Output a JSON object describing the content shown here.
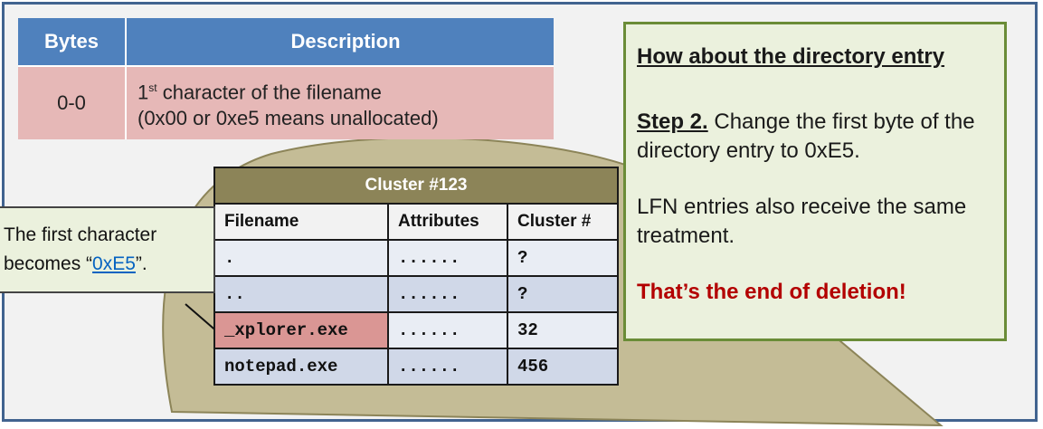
{
  "desc_table": {
    "headers": [
      "Bytes",
      "Description"
    ],
    "row": {
      "bytes": "0-0",
      "desc_line1_prefix": "1",
      "desc_line1_sup": "st",
      "desc_line1_rest": " character of the filename",
      "desc_line2": "(0x00 or 0xe5 means unallocated)"
    }
  },
  "cluster_table": {
    "title": "Cluster #123",
    "headers": [
      "Filename",
      "Attributes",
      "Cluster #"
    ],
    "rows": [
      {
        "filename": ".",
        "attributes": "......",
        "cluster": "?"
      },
      {
        "filename": "..",
        "attributes": "......",
        "cluster": "?"
      },
      {
        "filename": "_xplorer.exe",
        "attributes": "......",
        "cluster": "32"
      },
      {
        "filename": "notepad.exe",
        "attributes": "......",
        "cluster": "456"
      }
    ]
  },
  "callout": {
    "line1": "The first character",
    "line2_prefix": "becomes “",
    "line2_link": "0xE5",
    "line2_suffix": "”."
  },
  "panel": {
    "title": "How about the directory entry",
    "step_label": "Step 2.",
    "step_text": " Change the first byte of the directory entry to 0xE5.",
    "lfn_text": "LFN entries also receive the same treatment.",
    "end_text": "That’s the end of deletion!"
  },
  "colors": {
    "frame_border": "#41638f",
    "header_blue": "#4f81bd",
    "desc_row_pink": "#e6b8b7",
    "cluster_title": "#8c8458",
    "highlight_red": "#da9694",
    "panel_green_bg": "#ebf1dd",
    "end_text_red": "#b30000"
  }
}
